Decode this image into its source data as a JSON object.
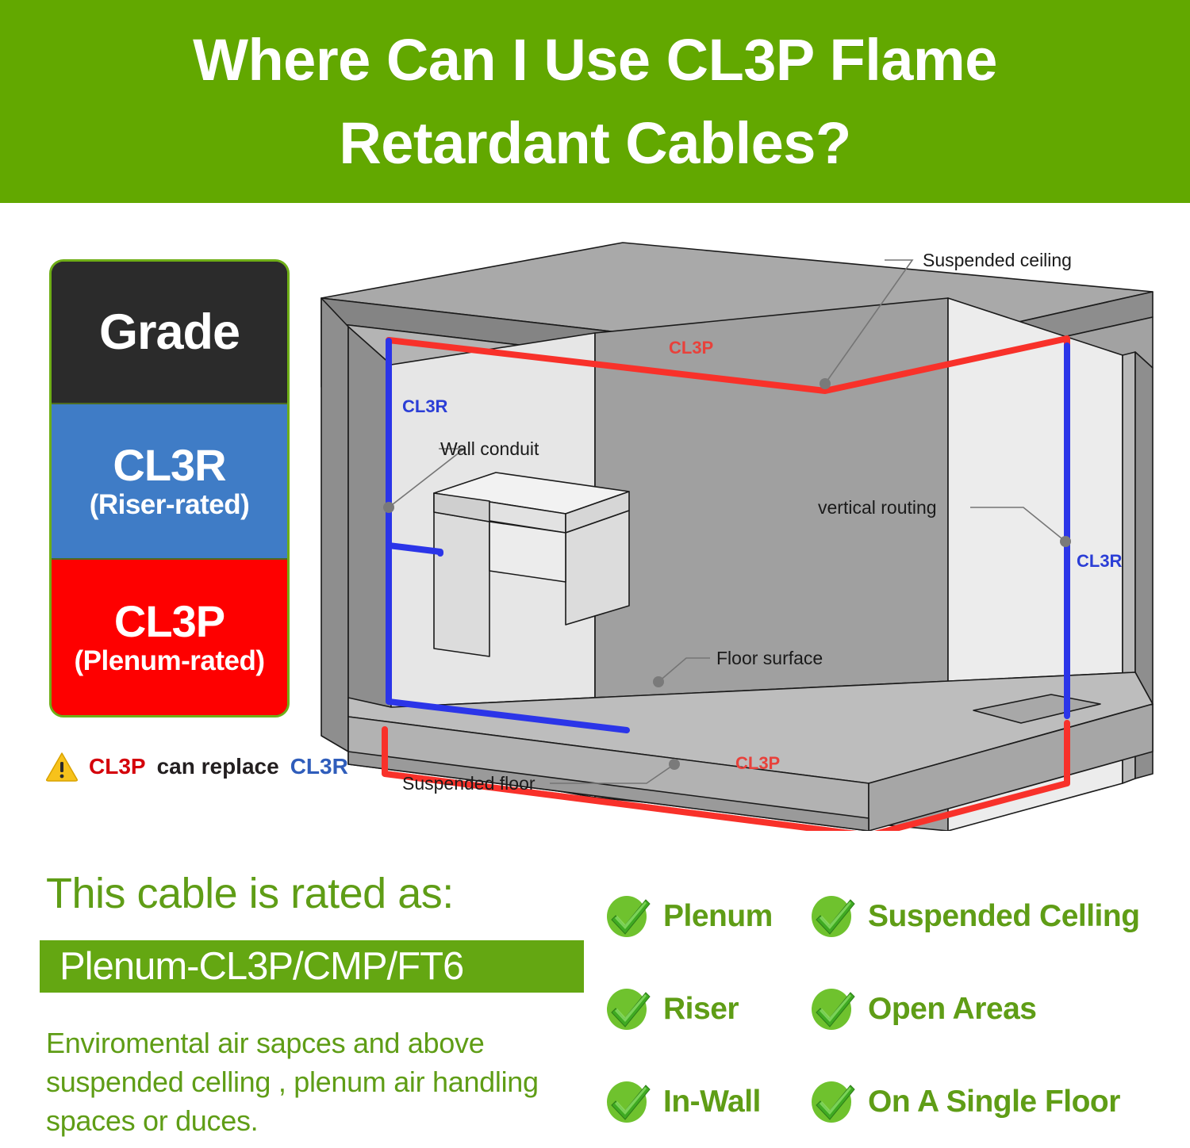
{
  "header": {
    "title": "Where Can I Use CL3P Flame Retardant Cables?"
  },
  "legend": {
    "grade_label": "Grade",
    "rows": [
      {
        "code": "CL3R",
        "sub": "(Riser-rated)",
        "color": "#3f7cc6"
      },
      {
        "code": "CL3P",
        "sub": "(Plenum-rated)",
        "color": "#fe0000"
      }
    ],
    "note": {
      "icon": "warning-triangle-icon",
      "part1": "CL3P",
      "part2": "can replace",
      "part3": "CL3R"
    }
  },
  "diagram": {
    "labels": {
      "suspended_ceiling": "Suspended ceiling",
      "wall_conduit": "Wall conduit",
      "vertical_routing": "vertical routing",
      "floor_surface": "Floor surface",
      "suspended_floor": "Suspended floor"
    },
    "cable_tags": {
      "ceiling_cl3p": "CL3P",
      "left_cl3r": "CL3R",
      "right_cl3r": "CL3R",
      "floor_cl3p": "CL3P"
    },
    "colors": {
      "cl3p": "#f8312a",
      "cl3r": "#2b35e8",
      "leader": "#757575"
    }
  },
  "rated": {
    "heading": "This cable is rated as:",
    "chip": "Plenum-CL3P/CMP/FT6",
    "description": "Enviromental air sapces and above suspended celling , plenum air handling spaces or duces.",
    "accent": "#5f9d16"
  },
  "checks": [
    {
      "label": "Plenum"
    },
    {
      "label": "Suspended Celling"
    },
    {
      "label": "Riser"
    },
    {
      "label": "Open Areas"
    },
    {
      "label": "In-Wall"
    },
    {
      "label": "On A Single Floor"
    }
  ]
}
